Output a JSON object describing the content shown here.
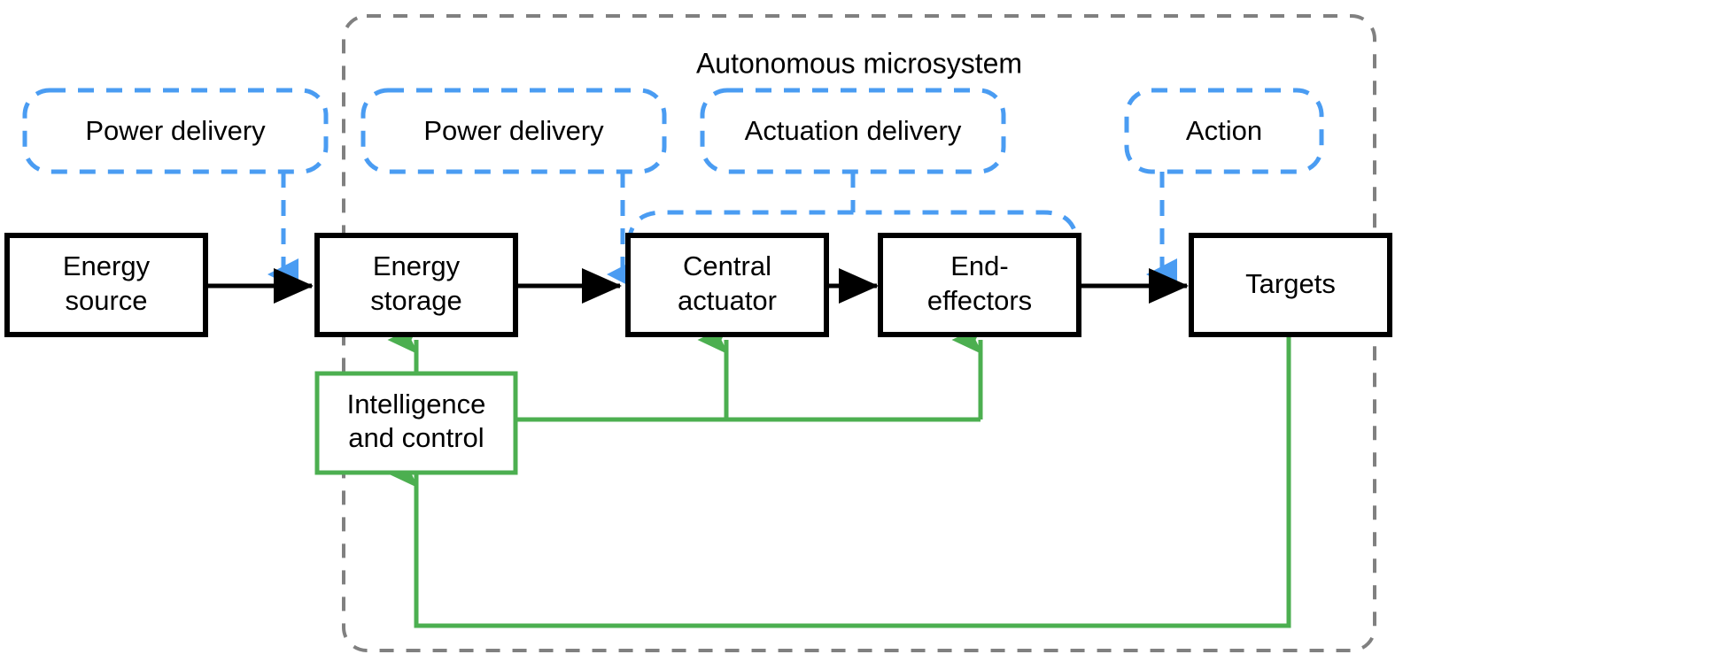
{
  "diagram": {
    "title": "Autonomous microsystem",
    "colors": {
      "block_stroke": "#000000",
      "annotation_stroke": "#4a9cf2",
      "container_stroke": "#808080",
      "control_stroke": "#4caf50",
      "background": "#ffffff",
      "text": "#000000"
    },
    "container": {
      "label": "Autonomous microsystem",
      "style": "dashed-rounded-rectangle"
    },
    "blocks": [
      {
        "id": "energy-source",
        "label": "Energy source",
        "line1": "Energy",
        "line2": "source",
        "inside_container": false
      },
      {
        "id": "energy-storage",
        "label": "Energy storage",
        "line1": "Energy",
        "line2": "storage",
        "inside_container": true
      },
      {
        "id": "central-actuator",
        "label": "Central actuator",
        "line1": "Central",
        "line2": "actuator",
        "inside_container": true
      },
      {
        "id": "end-effectors",
        "label": "End-effectors",
        "line1": "End-",
        "line2": "effectors",
        "inside_container": true
      },
      {
        "id": "targets",
        "label": "Targets",
        "line1": "Targets",
        "line2": "",
        "inside_container": false
      }
    ],
    "control_block": {
      "id": "intelligence-and-control",
      "label": "Intelligence and control",
      "line1": "Intelligence",
      "line2": "and control"
    },
    "annotations": [
      {
        "id": "power-delivery-1",
        "label": "Power delivery",
        "attaches_to": "energy-source-to-energy-storage"
      },
      {
        "id": "power-delivery-2",
        "label": "Power delivery",
        "attaches_to": "energy-storage-to-central-actuator"
      },
      {
        "id": "actuation-delivery",
        "label": "Actuation delivery",
        "attaches_to": "central-actuator-and-end-effectors"
      },
      {
        "id": "action",
        "label": "Action",
        "attaches_to": "end-effectors-to-targets"
      }
    ],
    "flow_arrows": [
      {
        "from": "energy-source",
        "to": "energy-storage"
      },
      {
        "from": "energy-storage",
        "to": "central-actuator"
      },
      {
        "from": "central-actuator",
        "to": "end-effectors"
      },
      {
        "from": "end-effectors",
        "to": "targets"
      }
    ],
    "control_arrows": [
      {
        "from": "intelligence-and-control",
        "to": "energy-storage"
      },
      {
        "from": "intelligence-and-control",
        "to": "central-actuator"
      },
      {
        "from": "intelligence-and-control",
        "to": "end-effectors"
      },
      {
        "from": "targets",
        "to": "intelligence-and-control"
      }
    ]
  }
}
